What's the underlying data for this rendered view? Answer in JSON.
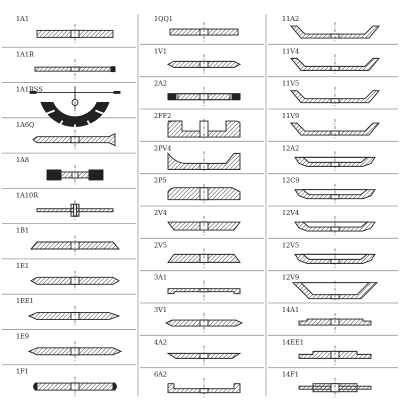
{
  "columns": [
    {
      "items": [
        {
          "label": "1A1",
          "kind": "flat"
        },
        {
          "label": "1A1R",
          "kind": "thin-flat"
        },
        {
          "label": "1A1RSS",
          "kind": "saw-segment"
        },
        {
          "label": "1A6Q",
          "kind": "flat-flanged"
        },
        {
          "label": "1A8",
          "kind": "solid-black"
        },
        {
          "label": "1A10R",
          "kind": "thin-hub"
        },
        {
          "label": "1B1",
          "kind": "flat-bevel"
        },
        {
          "label": "1E1",
          "kind": "flat-v-edge"
        },
        {
          "label": "1EE1",
          "kind": "flat-double-v"
        },
        {
          "label": "1E9",
          "kind": "flat-point"
        },
        {
          "label": "1F1",
          "kind": "flat-round-edge"
        }
      ]
    },
    {
      "items": [
        {
          "label": "1QQ1",
          "kind": "flat-small"
        },
        {
          "label": "1V1",
          "kind": "v-flat"
        },
        {
          "label": "2A2",
          "kind": "ring"
        },
        {
          "label": "2FF2",
          "kind": "cup-radius"
        },
        {
          "label": "2PV4",
          "kind": "cup-radius-bevel"
        },
        {
          "label": "2P5",
          "kind": "cup-bevel-radius"
        },
        {
          "label": "2V4",
          "kind": "bevel-disc"
        },
        {
          "label": "2V5",
          "kind": "bevel-disc-alt"
        },
        {
          "label": "3A1",
          "kind": "flat-step"
        },
        {
          "label": "3V1",
          "kind": "v-step"
        },
        {
          "label": "4A2",
          "kind": "dish-thin"
        },
        {
          "label": "6A2",
          "kind": "cup-straight"
        }
      ]
    },
    {
      "items": [
        {
          "label": "11A2",
          "kind": "flare-cup"
        },
        {
          "label": "11V4",
          "kind": "flare-cup"
        },
        {
          "label": "11V5",
          "kind": "flare-cup"
        },
        {
          "label": "11V9",
          "kind": "flare-cup"
        },
        {
          "label": "12A2",
          "kind": "dish"
        },
        {
          "label": "12C9",
          "kind": "dish"
        },
        {
          "label": "12V4",
          "kind": "dish"
        },
        {
          "label": "12V5",
          "kind": "dish"
        },
        {
          "label": "12V9",
          "kind": "dish-deep"
        },
        {
          "label": "14A1",
          "kind": "rim"
        },
        {
          "label": "14EE1",
          "kind": "rim-step"
        },
        {
          "label": "14F1",
          "kind": "rim-round"
        }
      ]
    }
  ]
}
